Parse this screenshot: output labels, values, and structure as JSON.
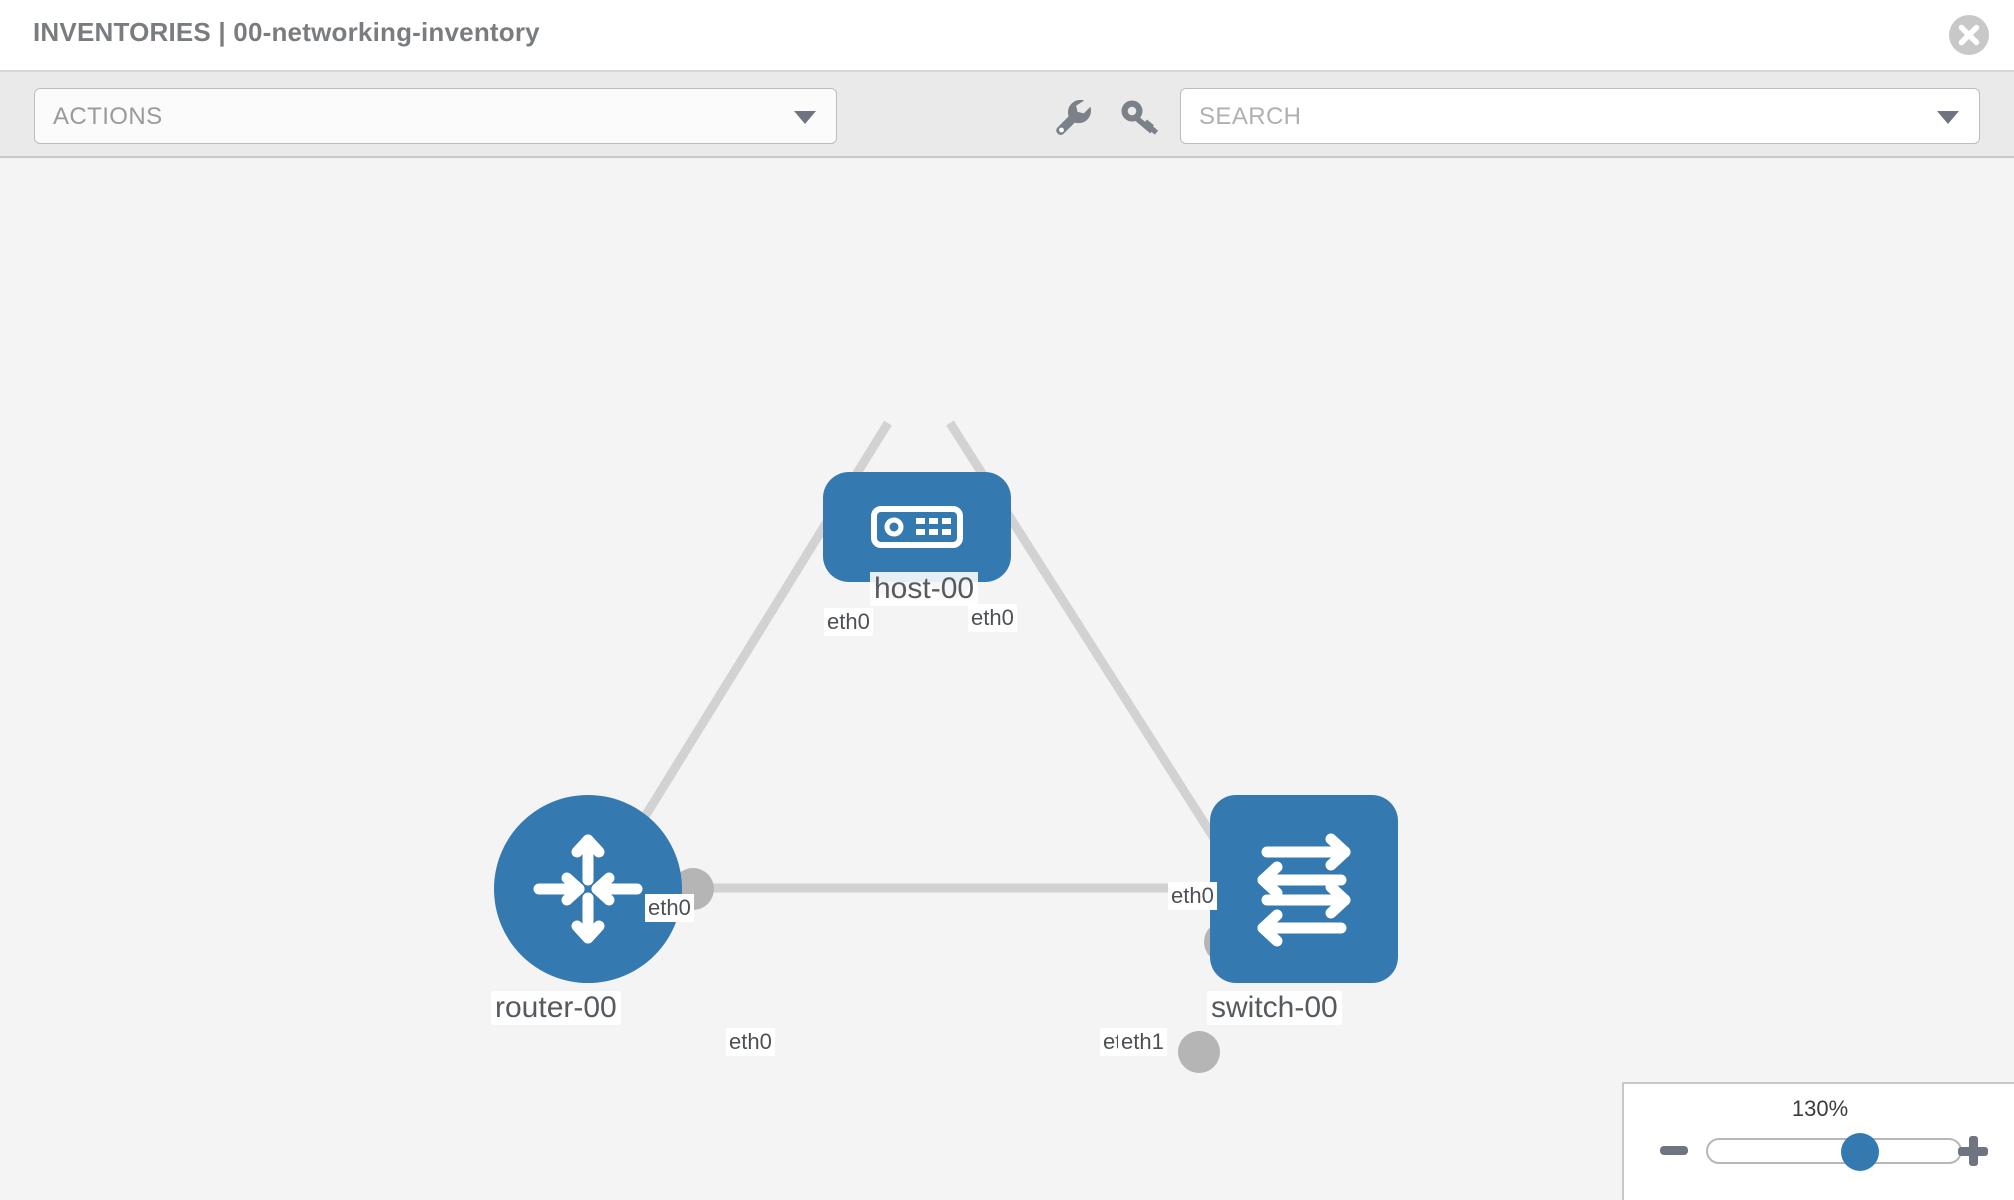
{
  "header": {
    "title": "INVENTORIES | 00-networking-inventory",
    "close_icon": "close-circle-icon"
  },
  "toolbar": {
    "actions_label": "ACTIONS",
    "actions_caret": "chevron-down-icon",
    "wrench_icon": "wrench-icon",
    "key_icon": "key-icon",
    "search_placeholder": "SEARCH",
    "search_caret": "chevron-down-icon"
  },
  "topology": {
    "nodes": [
      {
        "id": "host-00",
        "label": "host-00",
        "type": "host",
        "icon": "server-icon"
      },
      {
        "id": "router-00",
        "label": "router-00",
        "type": "router",
        "icon": "router-arrows-icon"
      },
      {
        "id": "switch-00",
        "label": "switch-00",
        "type": "switch",
        "icon": "switch-arrows-icon"
      }
    ],
    "links": [
      {
        "from": "host-00",
        "from_if": "eth0",
        "to": "router-00",
        "to_if": "eth0"
      },
      {
        "from": "host-00",
        "from_if": "eth0",
        "to": "switch-00",
        "to_if": "eth0"
      },
      {
        "from": "router-00",
        "from_if": "eth0",
        "to": "switch-00",
        "to_if": "eth1"
      }
    ],
    "interface_labels": {
      "host_left": "eth0",
      "host_right": "eth0",
      "router_up": "eth0",
      "switch_up": "eth0",
      "router_right": "eth0",
      "switch_left_partial": "eth",
      "switch_left": "eth1"
    }
  },
  "zoom_control": {
    "percent": "130%",
    "minus_label": "minus-icon",
    "plus_label": "plus-icon",
    "thumb_position_pct": 62
  },
  "colors": {
    "node_blue": "#3479b0",
    "canvas_bg": "#f4f4f4",
    "toolbar_bg": "#eaeaea",
    "edge_gray": "#d2d2d2",
    "nub_gray": "#b5b5b5",
    "title_gray": "#7a7d80"
  }
}
